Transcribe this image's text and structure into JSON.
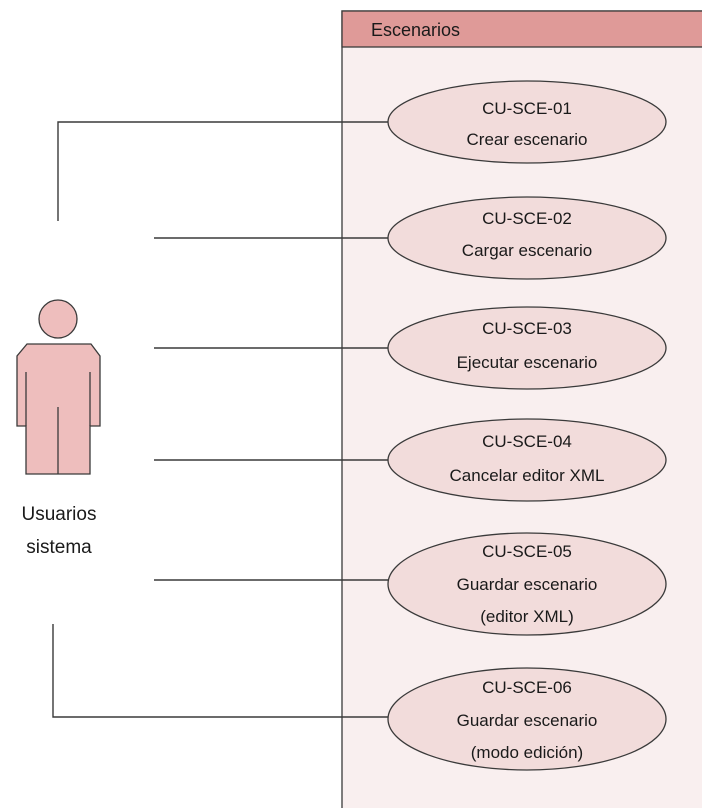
{
  "system_boundary": {
    "title": "Escenarios"
  },
  "actor": {
    "label_lines": [
      "Usuarios",
      "sistema"
    ]
  },
  "use_cases": [
    {
      "id": "CU-SCE-01",
      "lines": [
        "CU-SCE-01",
        "Crear escenario"
      ]
    },
    {
      "id": "CU-SCE-02",
      "lines": [
        "CU-SCE-02",
        "Cargar escenario"
      ]
    },
    {
      "id": "CU-SCE-03",
      "lines": [
        "CU-SCE-03",
        "Ejecutar escenario"
      ]
    },
    {
      "id": "CU-SCE-04",
      "lines": [
        "CU-SCE-04",
        "Cancelar editor XML"
      ]
    },
    {
      "id": "CU-SCE-05",
      "lines": [
        "CU-SCE-05",
        "Guardar escenario",
        "(editor XML)"
      ]
    },
    {
      "id": "CU-SCE-06",
      "lines": [
        "CU-SCE-06",
        "Guardar escenario",
        "(modo edición)"
      ]
    }
  ],
  "colors": {
    "boundary_header": "#df9a98",
    "boundary_fill": "#f9efef",
    "ellipse_fill": "#f2dcdb",
    "actor_fill": "#eebebd",
    "stroke": "#3a3a3a"
  }
}
